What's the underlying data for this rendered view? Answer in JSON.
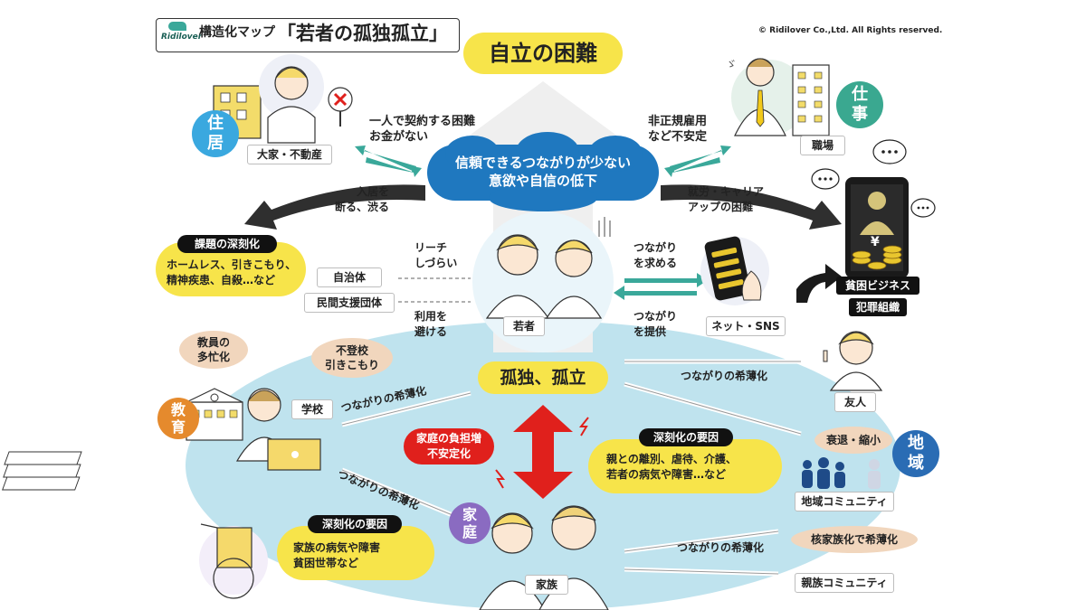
{
  "header": {
    "logo_text": "Ridilover",
    "subtitle": "構造化マップ",
    "title": "「若者の孤独孤立」",
    "copyright": "© Ridilover Co.,Ltd. All Rights reserved."
  },
  "top": {
    "main_label": "自立の困難"
  },
  "center": {
    "cloud_line1": "信頼できるつながりが少ない",
    "cloud_line2": "意欲や自信の低下",
    "youth_label": "若者",
    "isolation_label": "孤独、孤立"
  },
  "housing": {
    "badge_line1": "住",
    "badge_line2": "居",
    "person_label": "大家・不動産",
    "issue_line1": "一人で契約する困難",
    "issue_line2": "お金がない",
    "arrow_line1": "入居を",
    "arrow_line2": "断る、渋る"
  },
  "work": {
    "badge_line1": "仕",
    "badge_line2": "事",
    "place_label": "職場",
    "issue_line1": "非正規雇用",
    "issue_line2": "など不安定",
    "arrow_line1": "就労・キャリア",
    "arrow_line2": "アップの困難"
  },
  "crisis": {
    "title": "課題の深刻化",
    "line1": "ホームレス、引きこもり、",
    "line2": "精神疾患、自殺…など"
  },
  "support": {
    "reach_line1": "リーチ",
    "reach_line2": "しづらい",
    "local_gov": "自治体",
    "npo": "民間支援団体",
    "avoid_line1": "利用を",
    "avoid_line2": "避ける"
  },
  "online": {
    "seek_line1": "つながり",
    "seek_line2": "を求める",
    "provide_line1": "つながり",
    "provide_line2": "を提供",
    "label": "ネット・SNS",
    "poverty_business": "貧困ビジネス",
    "crime_org": "犯罪組織"
  },
  "education": {
    "badge_line1": "教",
    "badge_line2": "育",
    "teacher_bubble_line1": "教員の",
    "teacher_bubble_line2": "多忙化",
    "absence_bubble_line1": "不登校",
    "absence_bubble_line2": "引きこもり",
    "school_label": "学校",
    "link1": "つながりの希薄化",
    "link2": "つながりの希薄化"
  },
  "family": {
    "badge_line1": "家",
    "badge_line2": "庭",
    "label": "家族",
    "burden_line1": "家庭の負担増",
    "burden_line2": "不安定化",
    "factors_title": "深刻化の要因",
    "factors_line1": "親との離別、虐待、介護、",
    "factors_line2": "若者の病気や障害…など",
    "lower_title": "深刻化の要因",
    "lower_line1": "家族の病気や障害",
    "lower_line2": "貧困世帯など"
  },
  "community": {
    "badge_line1": "地",
    "badge_line2": "域",
    "friend_label": "友人",
    "friend_link": "つながりの希薄化",
    "decline_bubble": "衰退・縮小",
    "local_community": "地域コミュニティ",
    "nuclear_bubble": "核家族化で希薄化",
    "relatives_link": "つながりの希薄化",
    "relatives_community": "親族コミュニティ"
  },
  "colors": {
    "yellow": "#f7e44a",
    "blue_cloud": "#1f78bf",
    "light_blue": "#bfe3ee",
    "teal_arrow": "#3aa89a",
    "housing_badge": "#3aa8df",
    "work_badge": "#3aa890",
    "education_badge": "#e58a2d",
    "family_badge": "#8a6bc1",
    "community_badge": "#2a6cb4",
    "red": "#e0201c",
    "peach": "#f1d6bd"
  }
}
